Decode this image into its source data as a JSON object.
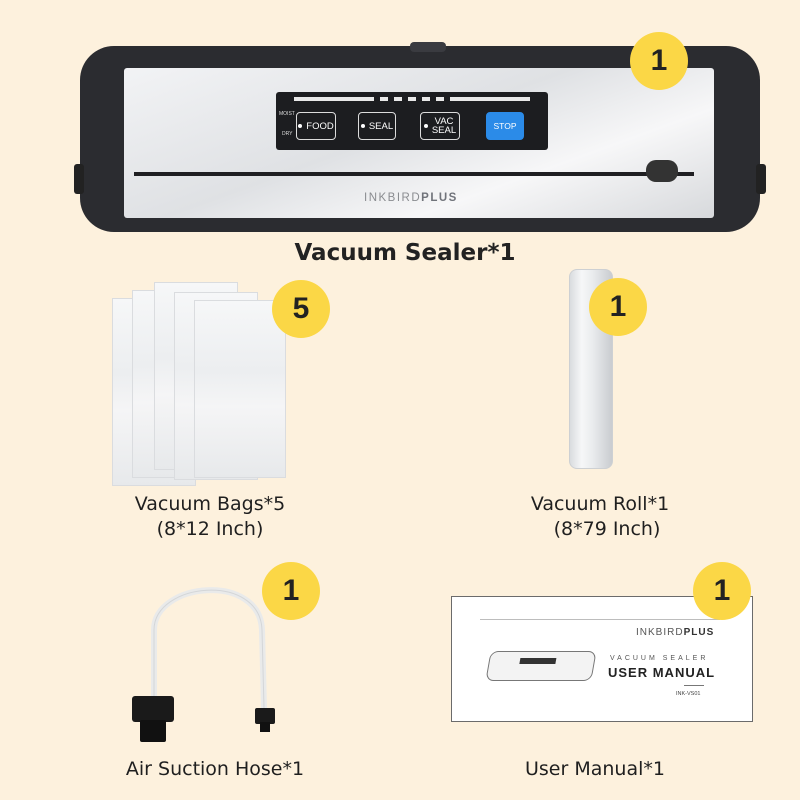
{
  "items": {
    "sealer": {
      "caption": "Vacuum Sealer*1",
      "badge": "1",
      "buttons": {
        "food": "FOOD",
        "seal": "SEAL",
        "vac_seal_line1": "VAC",
        "vac_seal_line2": "SEAL",
        "stop": "STOP"
      },
      "mode_labels": {
        "moist": "MOIST",
        "dry": "DRY"
      },
      "brand_light": "INKBIRD",
      "brand_bold": "PLUS"
    },
    "bags": {
      "caption_line1": "Vacuum Bags*5",
      "caption_line2": "(8*12 Inch)",
      "badge": "5"
    },
    "roll": {
      "caption_line1": "Vacuum Roll*1",
      "caption_line2": "(8*79 Inch)",
      "badge": "1"
    },
    "hose": {
      "caption": "Air Suction Hose*1",
      "badge": "1"
    },
    "manual": {
      "caption": "User Manual*1",
      "badge": "1",
      "brand_light": "INKBIRD",
      "brand_bold": "PLUS",
      "subtitle": "VACUUM SEALER",
      "title": "USER MANUAL",
      "model": "INK-VS01"
    }
  },
  "colors": {
    "background": "#fdf1dd",
    "badge": "#fbd746",
    "stop_button": "#2b8be8",
    "sealer_body": "#2b2c30"
  }
}
